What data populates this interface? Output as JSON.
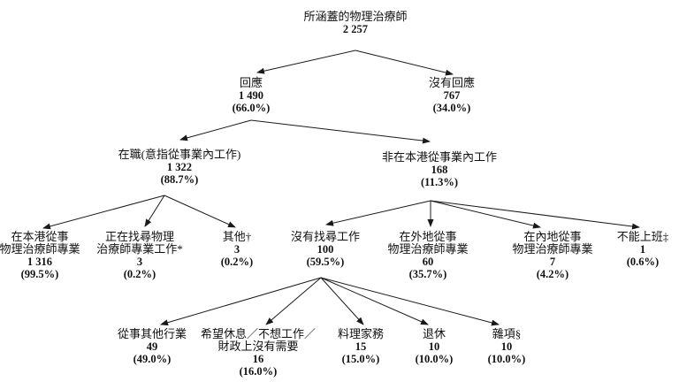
{
  "diagram": {
    "type": "tree-flowchart",
    "background_color": "#ffffff",
    "line_color": "#1a1a1a",
    "text_color": "#111111",
    "nodes": [
      {
        "id": "root",
        "parent": null,
        "label_lines": [
          "所涵蓋的物理治療師"
        ],
        "count": "2 257",
        "pct": ""
      },
      {
        "id": "respond",
        "parent": "root",
        "label_lines": [
          "回應"
        ],
        "count": "1 490",
        "pct": "(66.0%)"
      },
      {
        "id": "no_response",
        "parent": "root",
        "label_lines": [
          "沒有回應"
        ],
        "count": "767",
        "pct": "(34.0%)"
      },
      {
        "id": "employed",
        "parent": "respond",
        "label_lines": [
          "在職(意指從事業內工作)"
        ],
        "count": "1 322",
        "pct": "(88.7%)"
      },
      {
        "id": "not_in_profession_hk",
        "parent": "respond",
        "label_lines": [
          "非在本港從事業內工作"
        ],
        "count": "168",
        "pct": "(11.3%)"
      },
      {
        "id": "hk_pt",
        "parent": "employed",
        "label_lines": [
          "在本港從事",
          "物理治療師專業"
        ],
        "count": "1 316",
        "pct": "(99.5%)"
      },
      {
        "id": "seeking",
        "parent": "employed",
        "label_lines": [
          "正在找尋物理",
          "治療師專業工作*"
        ],
        "count": "3",
        "pct": "(0.2%)"
      },
      {
        "id": "other",
        "parent": "employed",
        "label_lines": [
          "其他†"
        ],
        "count": "3",
        "pct": "(0.2%)"
      },
      {
        "id": "not_seeking",
        "parent": "not_in_profession_hk",
        "label_lines": [
          "沒有找尋工作"
        ],
        "count": "100",
        "pct": "(59.5%)"
      },
      {
        "id": "overseas_pt",
        "parent": "not_in_profession_hk",
        "label_lines": [
          "在外地從事",
          "物理治療師專業"
        ],
        "count": "60",
        "pct": "(35.7%)"
      },
      {
        "id": "mainland_pt",
        "parent": "not_in_profession_hk",
        "label_lines": [
          "在內地從事",
          "物理治療師專業"
        ],
        "count": "7",
        "pct": "(4.2%)"
      },
      {
        "id": "unable_work",
        "parent": "not_in_profession_hk",
        "label_lines": [
          "不能上班‡"
        ],
        "count": "1",
        "pct": "(0.6%)"
      },
      {
        "id": "other_industry",
        "parent": "not_seeking",
        "label_lines": [
          "從事其他行業"
        ],
        "count": "49",
        "pct": "(49.0%)"
      },
      {
        "id": "rest_no_need",
        "parent": "not_seeking",
        "label_lines": [
          "希望休息／不想工作／",
          "財政上沒有需要"
        ],
        "count": "16",
        "pct": "(16.0%)"
      },
      {
        "id": "housework",
        "parent": "not_seeking",
        "label_lines": [
          "料理家務"
        ],
        "count": "15",
        "pct": "(15.0%)"
      },
      {
        "id": "retired",
        "parent": "not_seeking",
        "label_lines": [
          "退休"
        ],
        "count": "10",
        "pct": "(10.0%)"
      },
      {
        "id": "misc",
        "parent": "not_seeking",
        "label_lines": [
          "雜項§"
        ],
        "count": "10",
        "pct": "(10.0%)"
      }
    ]
  }
}
